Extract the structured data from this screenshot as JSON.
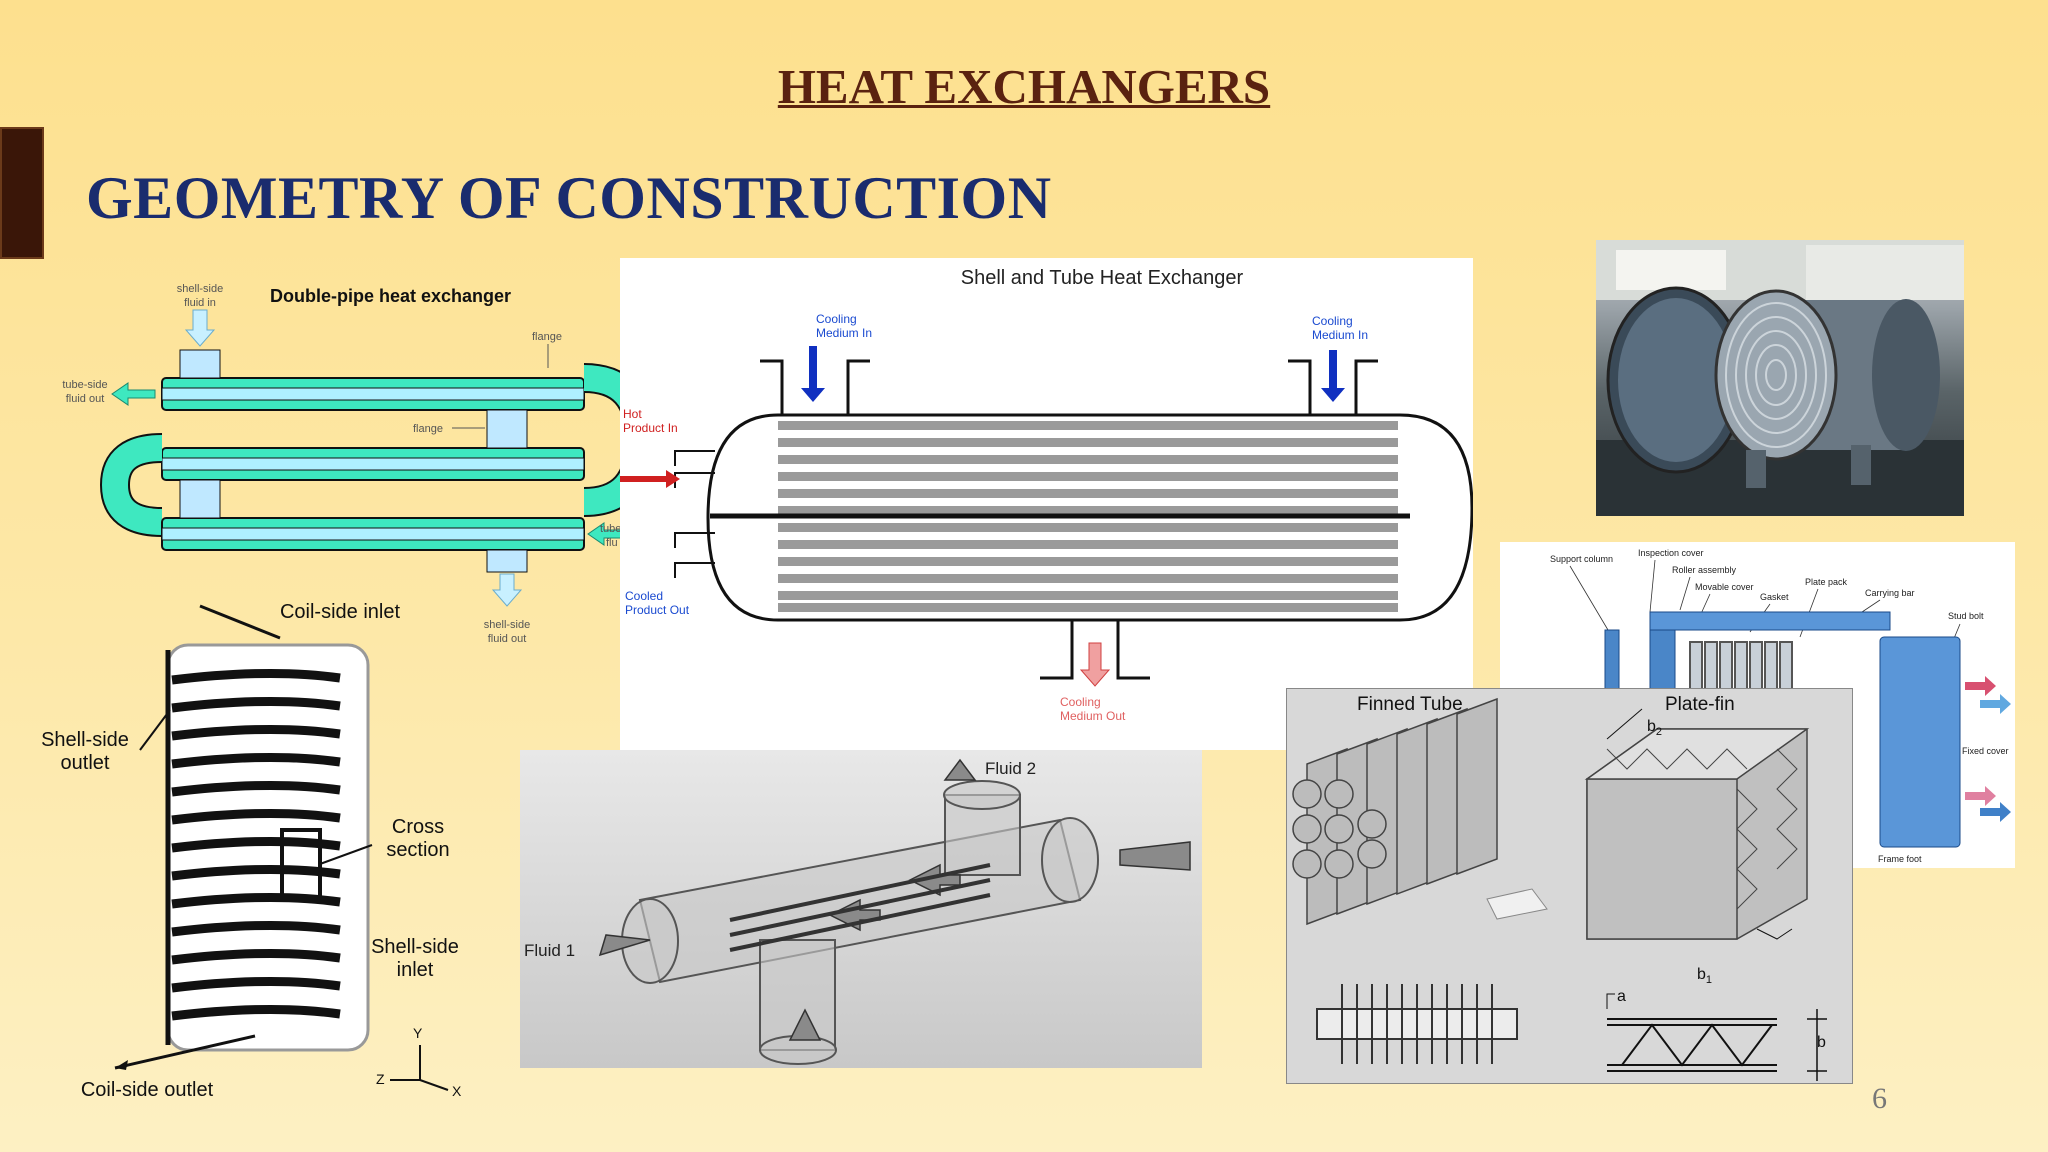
{
  "slide": {
    "title": "HEAT EXCHANGERS",
    "subtitle": "GEOMETRY OF CONSTRUCTION",
    "page_number": "6"
  },
  "double_pipe": {
    "title": "Double-pipe heat exchanger",
    "shell_in_1": "shell-side",
    "shell_in_2": "fluid in",
    "flange_top": "flange",
    "tube_out_1": "tube-side",
    "tube_out_2": "fluid out",
    "flange_mid": "flange",
    "tube_in_1": "tube",
    "tube_in_2": "flu",
    "shell_out_1": "shell-side",
    "shell_out_2": "fluid out"
  },
  "shell_tube": {
    "title": "Shell and Tube Heat Exchanger",
    "cool_in_left_1": "Cooling",
    "cool_in_left_2": "Medium In",
    "cool_in_right_1": "Cooling",
    "cool_in_right_2": "Medium In",
    "hot_in_1": "Hot",
    "hot_in_2": "Product In",
    "cooled_out_1": "Cooled",
    "cooled_out_2": "Product Out",
    "cool_out_1": "Cooling",
    "cool_out_2": "Medium Out"
  },
  "coil": {
    "coil_inlet": "Coil-side inlet",
    "shell_outlet_1": "Shell-side",
    "shell_outlet_2": "outlet",
    "cross_1": "Cross",
    "cross_2": "section",
    "shell_inlet_1": "Shell-side",
    "shell_inlet_2": "inlet",
    "coil_outlet": "Coil-side outlet",
    "axis_y": "Y",
    "axis_z": "Z",
    "axis_x": "X"
  },
  "fluid_diagram": {
    "fluid1": "Fluid 1",
    "fluid2": "Fluid 2"
  },
  "plate_hx": {
    "support_column": "Support column",
    "inspection_cover": "Inspection cover",
    "roller_assembly": "Roller assembly",
    "movable_cover": "Movable cover",
    "gasket": "Gasket",
    "plate_pack": "Plate pack",
    "carrying_bar": "Carrying bar",
    "stud_bolt": "Stud bolt",
    "fixed_cover": "Fixed cover",
    "frame_foot": "Frame foot"
  },
  "compact": {
    "finned_tube": "Finned Tube",
    "plate_fin": "Plate-fin",
    "b2": "b",
    "b2_sub": "2",
    "b1": "b",
    "b1_sub": "1",
    "a": "a",
    "b": "b"
  },
  "colors": {
    "title": "#5a2210",
    "subtitle": "#1a2c6e",
    "cyan_pipe": "#3ee8c0",
    "hot_arrow": "#d02020",
    "cold_arrow": "#1030c0"
  }
}
